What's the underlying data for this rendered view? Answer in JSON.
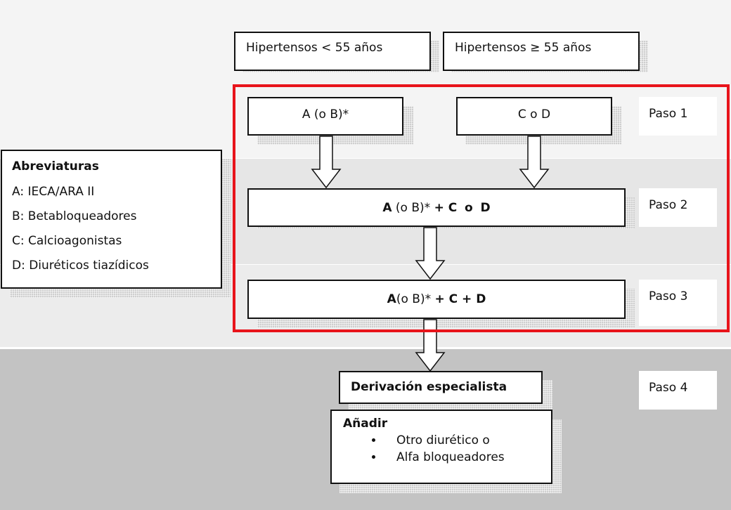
{
  "header": {
    "group_under_55": "Hipertensos < 55 años",
    "group_over_55": "Hipertensos ≥ 55 años"
  },
  "steps": {
    "paso1": "Paso 1",
    "paso2": "Paso 2",
    "paso3": "Paso 3",
    "paso4": "Paso 4"
  },
  "step1": {
    "box_a": "A (o B)*",
    "box_c": "C o D"
  },
  "step2": {
    "a": "A",
    "ob": " (o B)* ",
    "plus_c": "+ C",
    "o": "o",
    "d": "D"
  },
  "step3": {
    "a": "A",
    "ob": "(o B)* ",
    "plus_cd": "+ C + D"
  },
  "step4": {
    "derivacion": "Derivación especialista",
    "anadir_title": "Añadir",
    "anadir_items": [
      "Otro diurético o",
      "Alfa bloqueadores"
    ]
  },
  "abbreviations": {
    "title": "Abreviaturas",
    "items": [
      "A: IECA/ARA II",
      "B: Betabloqueadores",
      "C: Calcioagonistas",
      "D: Diuréticos tiazídicos"
    ]
  },
  "colors": {
    "highlight_border": "#e8141b",
    "band_light": "#f3f3f3",
    "band_mid": "#e6e6e6",
    "band_dark": "#c3c3c3"
  }
}
